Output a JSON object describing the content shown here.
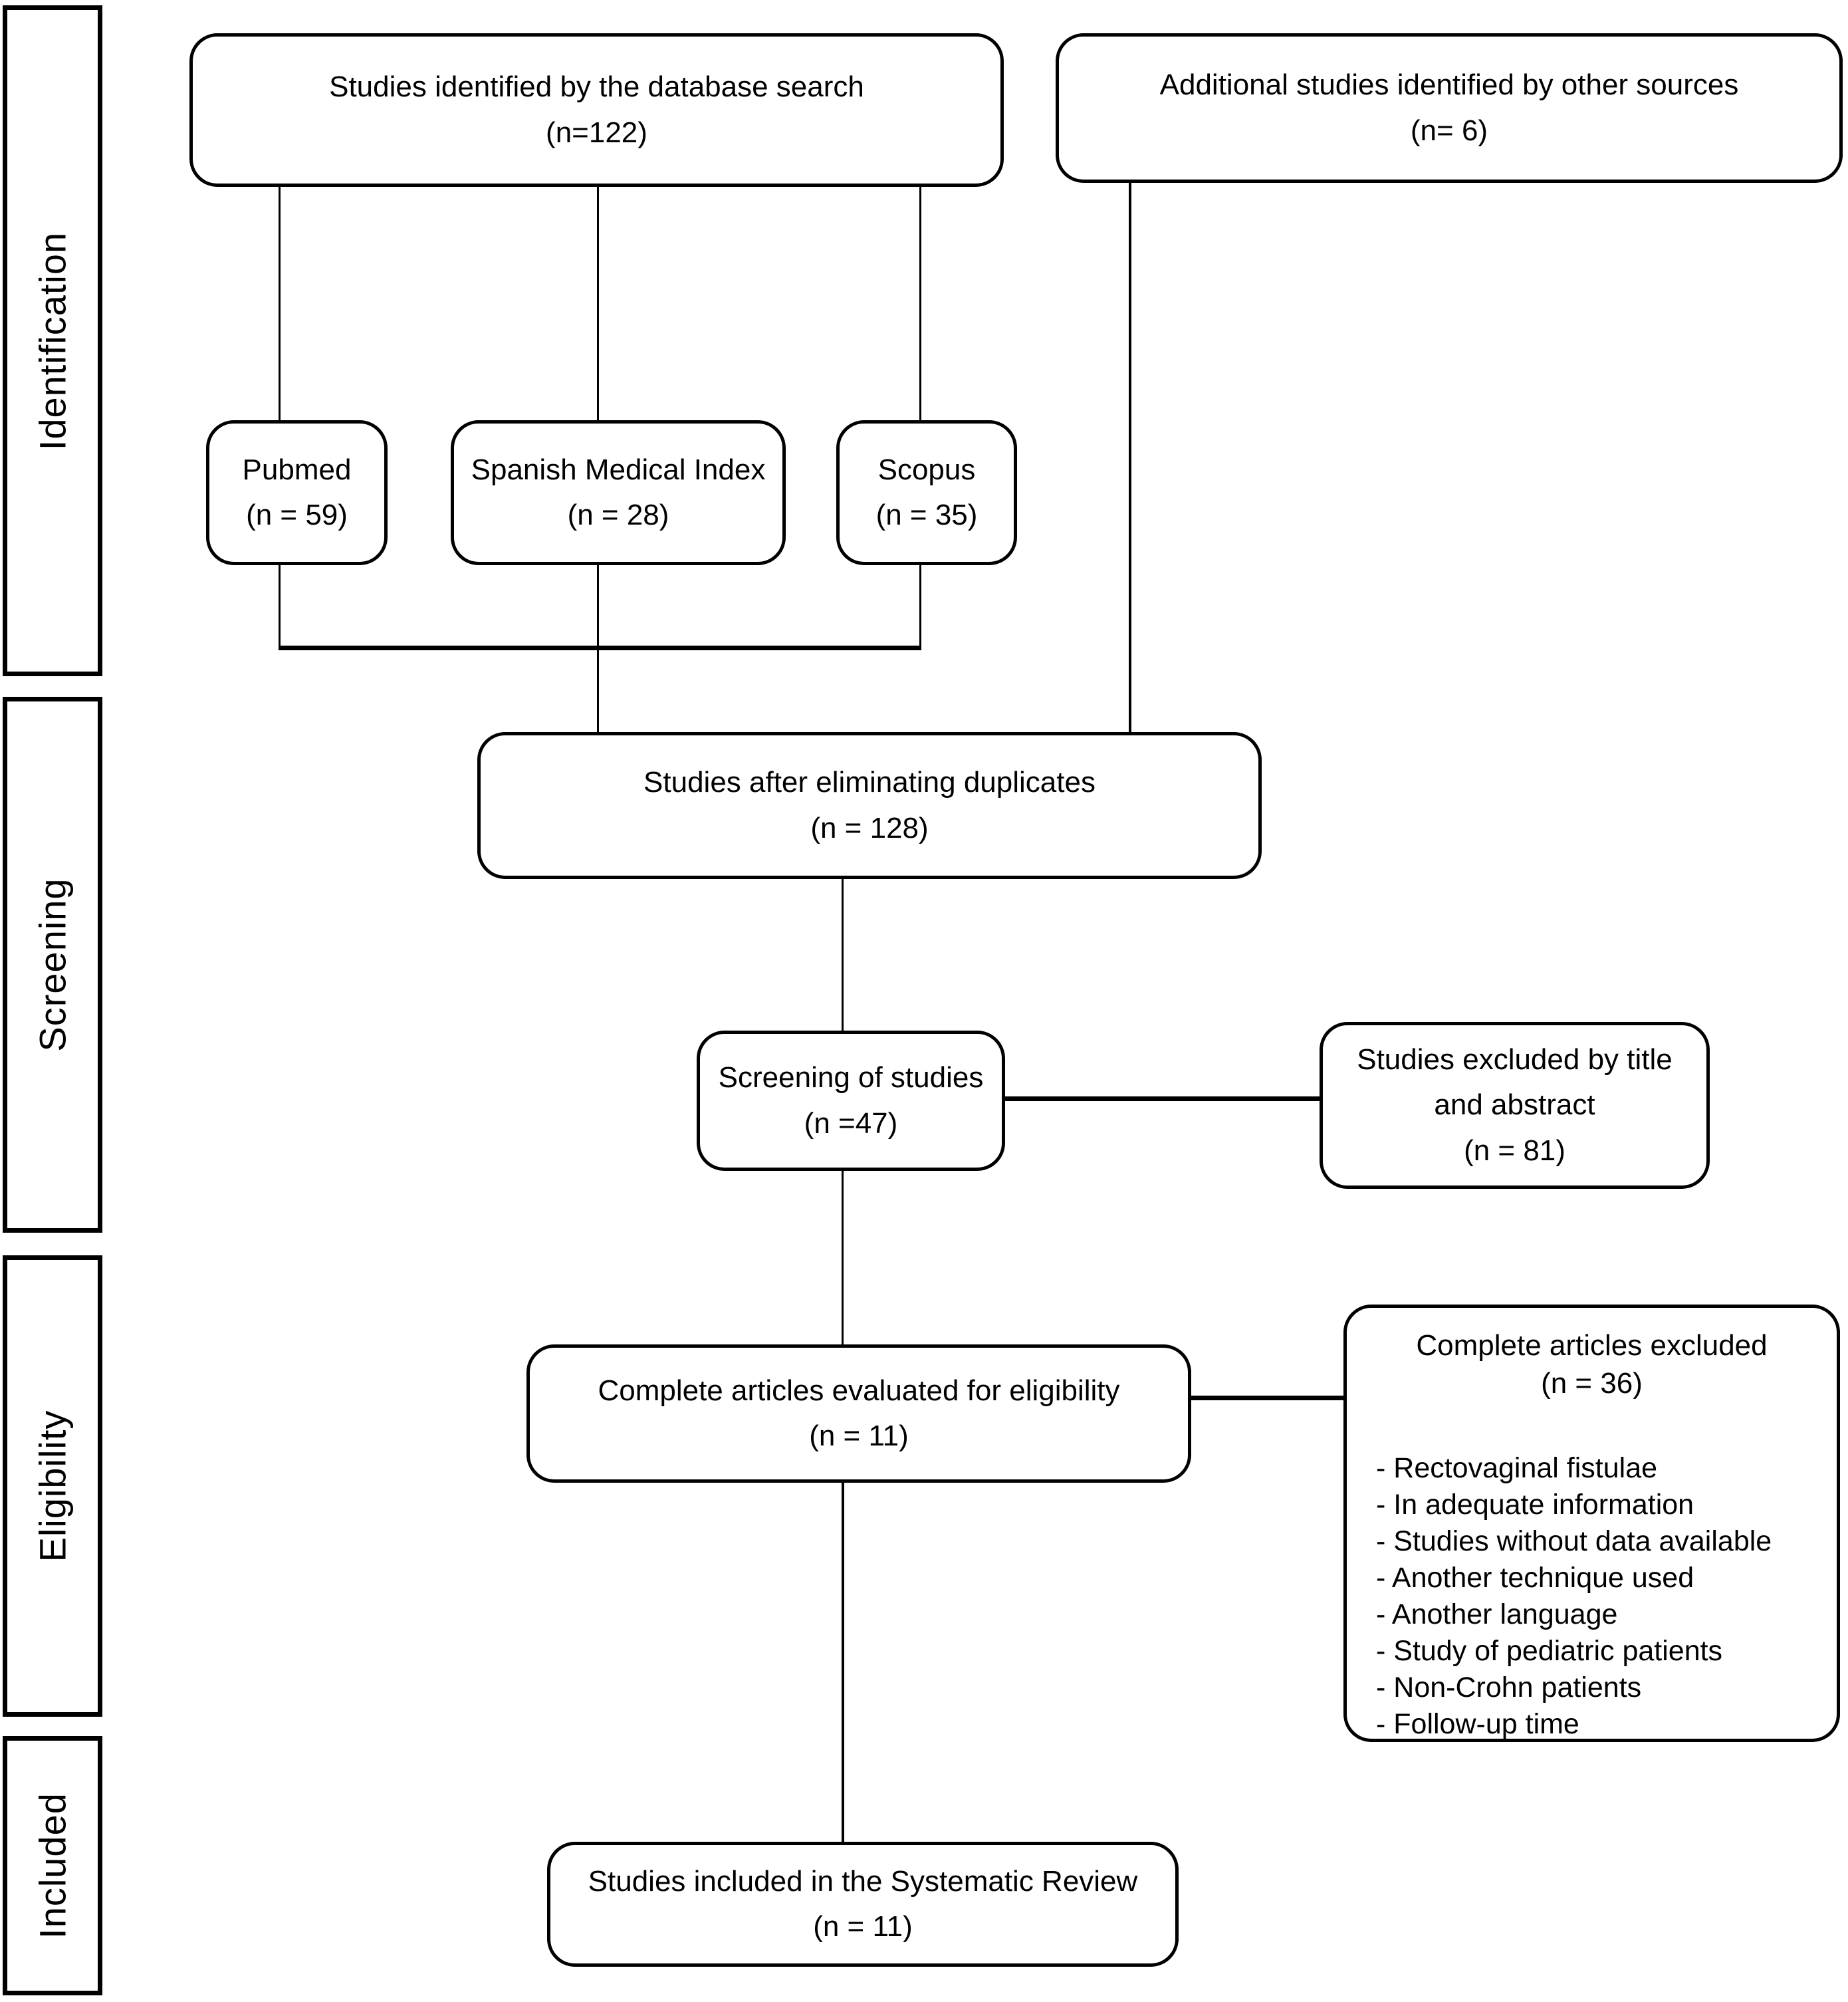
{
  "stages": [
    {
      "label": "Identification"
    },
    {
      "label": "Screening"
    },
    {
      "label": "Eligibility"
    },
    {
      "label": "Included"
    }
  ],
  "boxes": {
    "database_search": {
      "title": "Studies identified by the database search",
      "count": "(n=122)"
    },
    "other_sources": {
      "title": "Additional studies identified by other sources",
      "count": "(n= 6)"
    },
    "pubmed": {
      "title": "Pubmed",
      "count": "(n = 59)"
    },
    "spanish_medical_index": {
      "title": "Spanish Medical Index",
      "count": "(n = 28)"
    },
    "scopus": {
      "title": "Scopus",
      "count": "(n = 35)"
    },
    "after_duplicates": {
      "title": "Studies after eliminating duplicates",
      "count": "(n = 128)"
    },
    "screening": {
      "title": "Screening of studies",
      "count": "(n =47)"
    },
    "excluded_title_abstract": {
      "title_line1": "Studies excluded by title",
      "title_line2": "and abstract",
      "count": "(n = 81)"
    },
    "evaluated_eligibility": {
      "title": "Complete articles evaluated for eligibility",
      "count": "(n = 11)"
    },
    "articles_excluded": {
      "title": "Complete articles excluded",
      "count": "(n = 36)",
      "reasons": [
        "- Rectovaginal fistulae",
        "- In adequate information",
        "- Studies without data available",
        "- Another technique used",
        "- Another language",
        "- Study of pediatric patients",
        "- Non-Crohn patients",
        "- Follow-up time"
      ]
    },
    "included_review": {
      "title": "Studies included in the Systematic Review",
      "count": "(n = 11)"
    }
  }
}
